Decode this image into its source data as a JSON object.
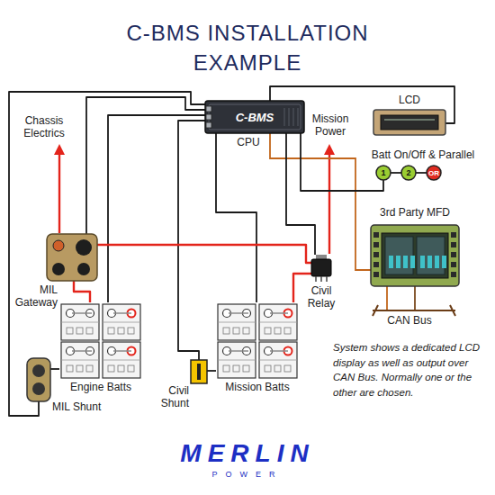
{
  "diagram": {
    "title": "C-BMS INSTALLATION EXAMPLE",
    "nodes": [
      {
        "text": [
          "C-BMS",
          "CPU"
        ]
      },
      {
        "text": [
          "LCD"
        ]
      },
      {
        "text": [
          "1"
        ]
      },
      {
        "text": [
          "2"
        ]
      },
      {
        "text": [
          "OR"
        ]
      },
      {
        "text": [
          "3rd Party MFD"
        ]
      },
      {
        "text": [
          "MIL Gateway"
        ]
      },
      {
        "text": [
          "Civil Relay"
        ]
      },
      {
        "text": [
          "Engine Batts"
        ]
      },
      {
        "text": [
          "Mission Batts"
        ]
      },
      {
        "text": [
          "MIL Shunt"
        ]
      },
      {
        "text": [
          "Civil Shunt"
        ]
      }
    ],
    "edges": [
      {
        "from": 0,
        "to": 1,
        "arrow": "none"
      },
      {
        "from": 0,
        "to": 2,
        "arrow": "none"
      },
      {
        "from": 2,
        "to": 3,
        "arrow": "none"
      },
      {
        "from": 3,
        "to": 4,
        "arrow": "none"
      },
      {
        "from": 0,
        "to": 6,
        "arrow": "none"
      },
      {
        "from": 0,
        "to": 10,
        "arrow": "none"
      },
      {
        "from": 0,
        "to": 8,
        "arrow": "none"
      },
      {
        "from": 0,
        "to": 11,
        "arrow": "none"
      },
      {
        "from": 0,
        "to": 9,
        "arrow": "none"
      },
      {
        "from": 0,
        "to": 7,
        "arrow": "none"
      },
      {
        "from": 6,
        "to": 8,
        "arrow": "none"
      },
      {
        "from": 6,
        "to": 7,
        "arrow": "none"
      },
      {
        "from": 7,
        "to": 9,
        "arrow": "none"
      },
      {
        "from": 8,
        "to": 10,
        "arrow": "none"
      },
      {
        "from": 9,
        "to": 11,
        "arrow": "none"
      }
    ],
    "labels": [
      "Chassis Electrics",
      "Mission Power",
      "Batt On/Off & Parallel",
      "CAN Bus",
      "System shows a dedicated LCD display as well as output over CAN Bus. Normally one or the other are chosen.",
      "MERLIN",
      "POWER"
    ]
  }
}
